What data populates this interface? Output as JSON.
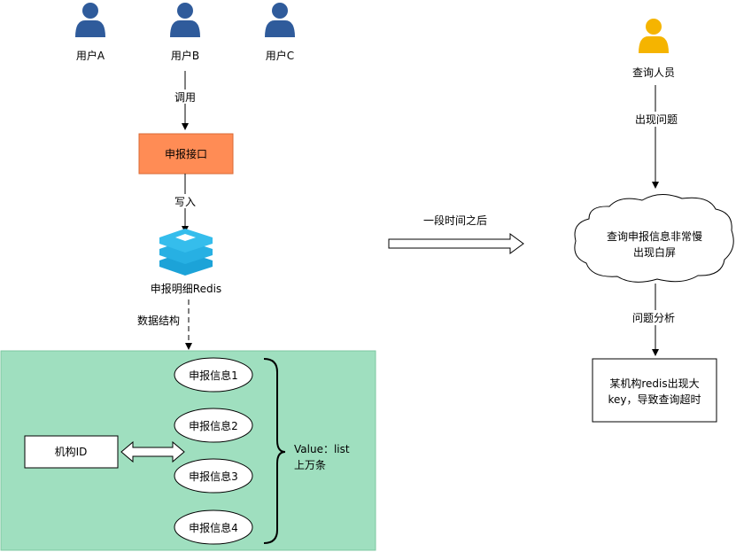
{
  "users": [
    "用户A",
    "用户B",
    "用户C"
  ],
  "call_label": "调用",
  "api_box": "申报接口",
  "write_label": "写入",
  "redis_label": "申报明细Redis",
  "structure_label": "数据结构",
  "org_id": "机构ID",
  "items": [
    "申报信息1",
    "申报信息2",
    "申报信息3",
    "申报信息4"
  ],
  "value_line1": "Value：list",
  "value_line2": "上万条",
  "time_label": "一段时间之后",
  "query_person": "查询人员",
  "problem_label": "出现问题",
  "cloud_line1": "查询申报信息非常慢",
  "cloud_line2": "出现白屏",
  "analysis_label": "问题分析",
  "cause_line1": "某机构redis出现大",
  "cause_line2": "key，导致查询超时",
  "colors": {
    "user_icon": "#2f5b9b",
    "query_icon": "#f5b400",
    "api_fill": "#ff8c55",
    "redis": "#1ca3d8",
    "panel_fill": "#9fdfbf",
    "panel_stroke": "#7cc7a0"
  }
}
